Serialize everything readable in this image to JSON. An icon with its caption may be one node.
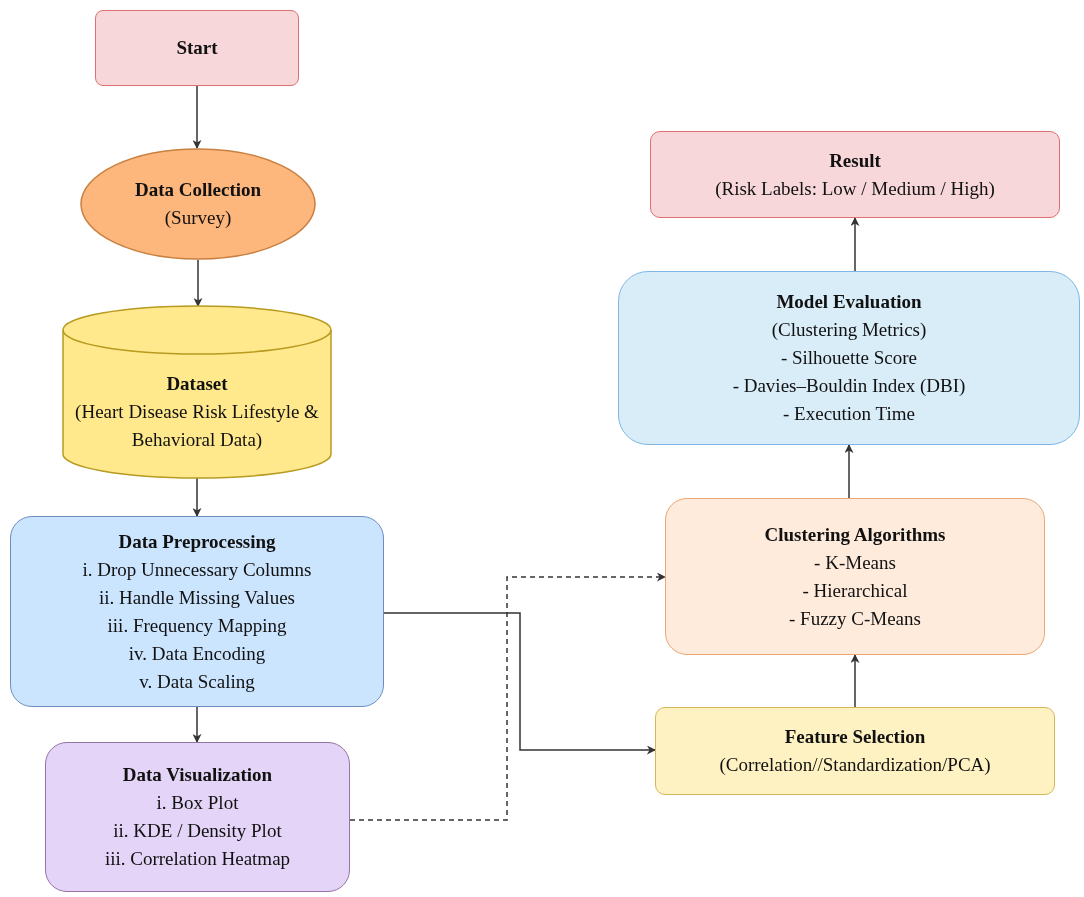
{
  "diagram": {
    "nodes": [
      {
        "text": [
          "Start"
        ]
      },
      {
        "text": [
          "Data Collection",
          "(Survey)"
        ]
      },
      {
        "text": [
          "Dataset",
          "(Heart Disease Risk Lifestyle & Behavioral Data)"
        ]
      },
      {
        "text": [
          "Data Preprocessing",
          "i. Drop Unnecessary Columns",
          "ii. Handle Missing Values",
          "iii. Frequency Mapping",
          "iv. Data Encoding",
          "v. Data Scaling"
        ]
      },
      {
        "text": [
          "Data Visualization",
          "i. Box Plot",
          "ii. KDE / Density Plot",
          "iii. Correlation Heatmap"
        ]
      },
      {
        "text": [
          "Feature Selection",
          "(Correlation//Standardization/PCA)"
        ]
      },
      {
        "text": [
          "Clustering Algorithms",
          "- K-Means",
          "- Hierarchical",
          "- Fuzzy C-Means"
        ]
      },
      {
        "text": [
          "Model Evaluation",
          "(Clustering Metrics)",
          "- Silhouette Score",
          "- Davies–Bouldin Index (DBI)",
          "- Execution Time"
        ]
      },
      {
        "text": [
          "Result",
          "(Risk Labels: Low / Medium / High)"
        ]
      }
    ],
    "edges": [
      {
        "from": 0,
        "to": 1,
        "arrow": "to"
      },
      {
        "from": 1,
        "to": 2,
        "arrow": "to"
      },
      {
        "from": 2,
        "to": 3,
        "arrow": "to"
      },
      {
        "from": 3,
        "to": 4,
        "arrow": "to"
      },
      {
        "from": 3,
        "to": 5,
        "arrow": "to"
      },
      {
        "from": 4,
        "to": 6,
        "arrow": "to",
        "style": "dashed"
      },
      {
        "from": 5,
        "to": 6,
        "arrow": "to"
      },
      {
        "from": 6,
        "to": 7,
        "arrow": "to"
      },
      {
        "from": 7,
        "to": 8,
        "arrow": "to"
      }
    ]
  }
}
